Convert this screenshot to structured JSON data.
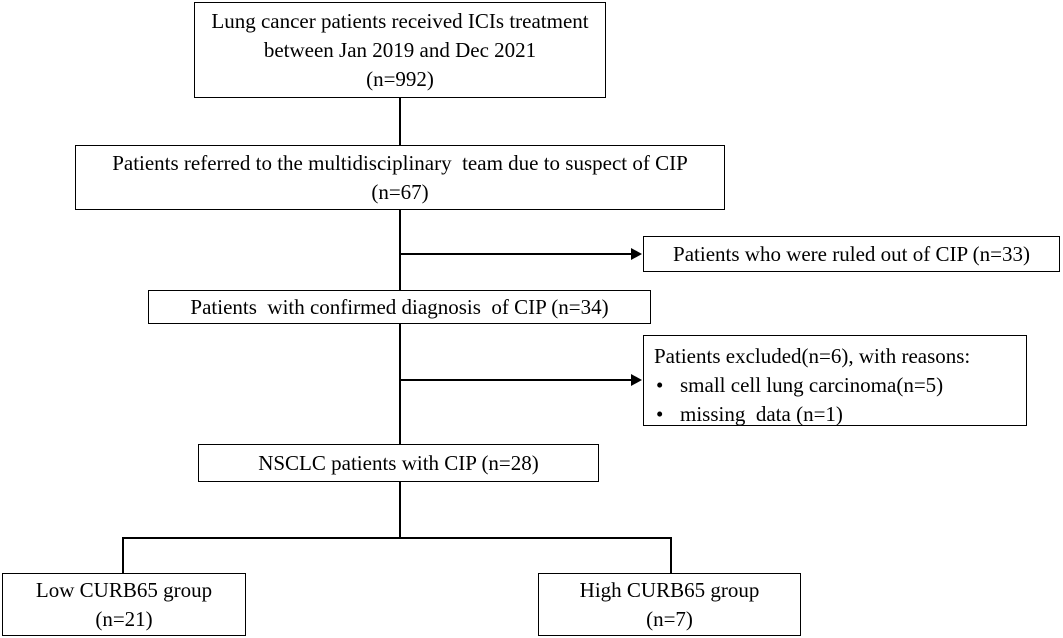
{
  "boxes": {
    "start": {
      "lines": [
        "Lung cancer patients received ICIs treatment",
        "between Jan 2019 and Dec 2021",
        "(n=992)"
      ]
    },
    "referred": {
      "lines": [
        "Patients referred to the multidisciplinary  team due to suspect of CIP",
        "(n=67)"
      ]
    },
    "ruled_out": {
      "text": "Patients who were ruled out of CIP (n=33)"
    },
    "confirmed": {
      "text": "Patients  with confirmed diagnosis  of CIP (n=34)"
    },
    "excluded": {
      "heading": "Patients excluded(n=6), with reasons:",
      "reasons": [
        "small cell lung carcinoma(n=5)",
        "missing  data (n=1)"
      ]
    },
    "nsclc": {
      "text": "NSCLC patients with CIP (n=28)"
    },
    "low": {
      "lines": [
        "Low CURB65 group",
        "(n=21)"
      ]
    },
    "high": {
      "lines": [
        "High CURB65 group",
        "(n=7)"
      ]
    }
  }
}
